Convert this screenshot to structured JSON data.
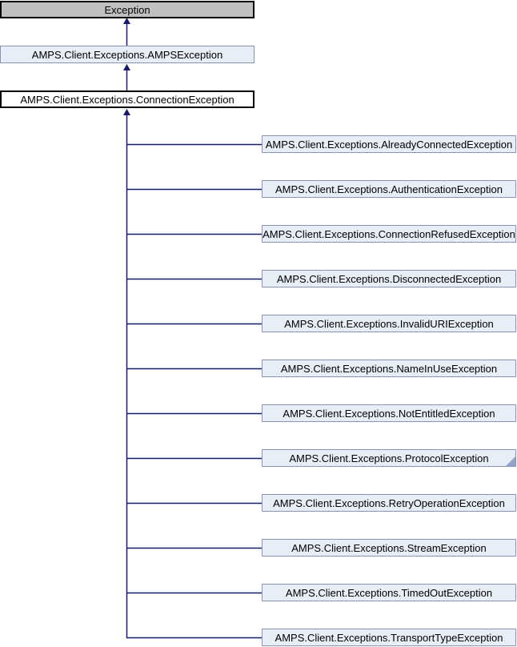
{
  "diagram": {
    "kind": "class-inheritance-diagram",
    "colors": {
      "background": "#ffffff",
      "external_box_fill": "#c0c0c0",
      "external_box_border": "#000000",
      "current_box_fill": "#ffffff",
      "current_box_border": "#000000",
      "linked_box_fill": "#e8eef7",
      "linked_box_border": "#8795bd",
      "arrow": "#191970",
      "fold_marker": "#93a3c8",
      "text": "#000000"
    },
    "ancestors": [
      {
        "label": "Exception",
        "style": "external"
      },
      {
        "label": "AMPS.Client.Exceptions.AMPSException",
        "style": "linked"
      }
    ],
    "current": {
      "label": "AMPS.Client.Exceptions.ConnectionException"
    },
    "derived": [
      {
        "label": "AMPS.Client.Exceptions.AlreadyConnectedException",
        "truncated": false
      },
      {
        "label": "AMPS.Client.Exceptions.AuthenticationException",
        "truncated": false
      },
      {
        "label": "AMPS.Client.Exceptions.ConnectionRefusedException",
        "truncated": false
      },
      {
        "label": "AMPS.Client.Exceptions.DisconnectedException",
        "truncated": false
      },
      {
        "label": "AMPS.Client.Exceptions.InvalidURIException",
        "truncated": false
      },
      {
        "label": "AMPS.Client.Exceptions.NameInUseException",
        "truncated": false
      },
      {
        "label": "AMPS.Client.Exceptions.NotEntitledException",
        "truncated": false
      },
      {
        "label": "AMPS.Client.Exceptions.ProtocolException",
        "truncated": true
      },
      {
        "label": "AMPS.Client.Exceptions.RetryOperationException",
        "truncated": false
      },
      {
        "label": "AMPS.Client.Exceptions.StreamException",
        "truncated": false
      },
      {
        "label": "AMPS.Client.Exceptions.TimedOutException",
        "truncated": false
      },
      {
        "label": "AMPS.Client.Exceptions.TransportTypeException",
        "truncated": false
      }
    ]
  }
}
